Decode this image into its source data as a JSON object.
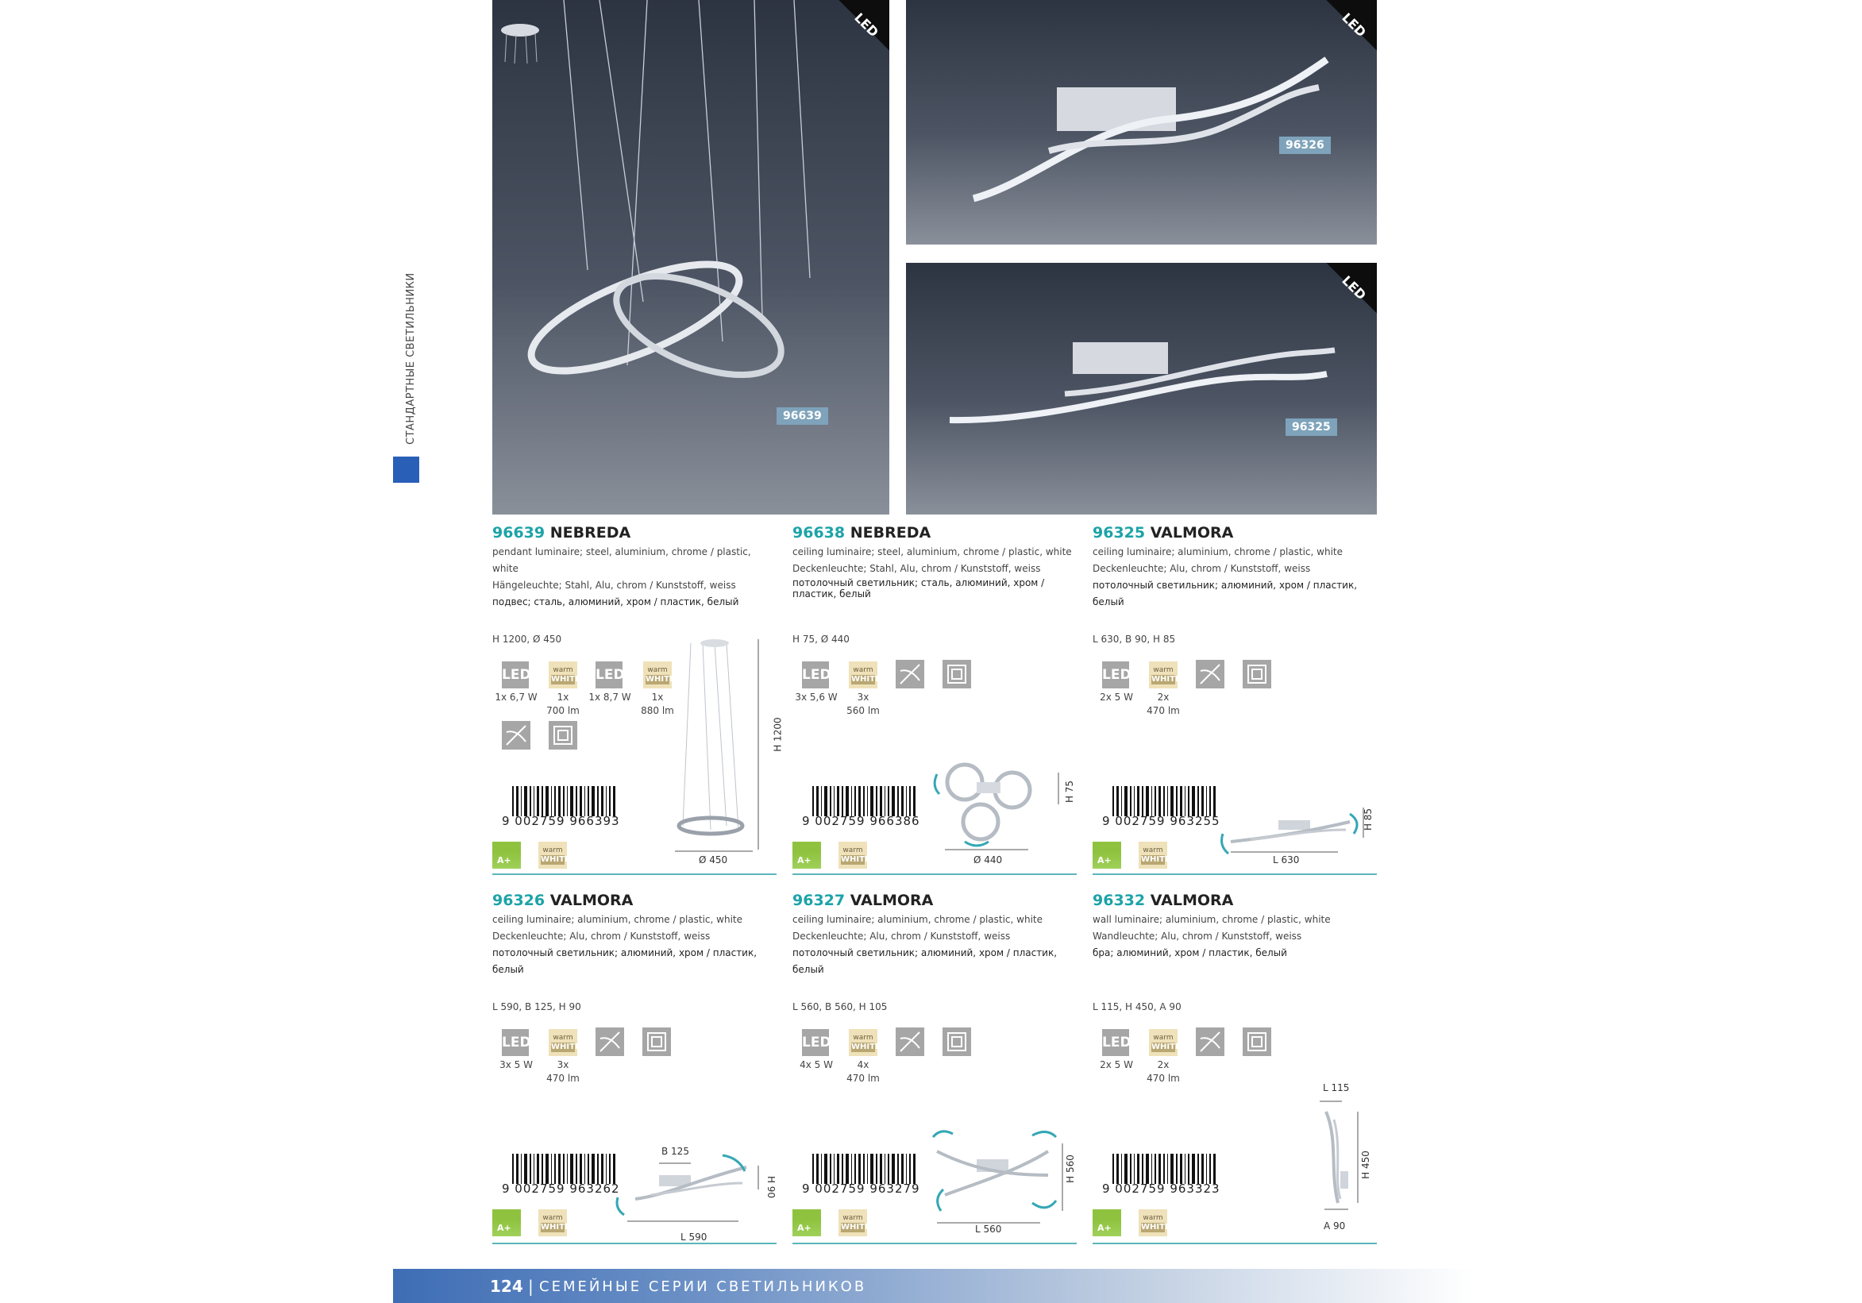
{
  "side_tab": {
    "label": "СТАНДАРТНЫЕ СВЕТИЛЬНИКИ",
    "color": "#2a5fb8"
  },
  "photos": [
    {
      "tag": "96639",
      "badge": "LED"
    },
    {
      "tag": "96326",
      "badge": "LED"
    },
    {
      "tag": "96325",
      "badge": "LED"
    }
  ],
  "products": [
    {
      "num": "96639",
      "name": "NEBREDA",
      "desc_en": "pendant luminaire; steel, aluminium, chrome / plastic, white",
      "desc_de": "Hängeleuchte; Stahl, Alu, chrom / Kunststoff, weiss",
      "desc_ru": "подвес; сталь, алюминий, хром / пластик, белый",
      "dims": "H 1200, Ø 450",
      "led_1": "1x 6,7 W",
      "warm_1a": "1x",
      "warm_1b": "700 lm",
      "led_2": "1x 8,7 W",
      "warm_2a": "1x",
      "warm_2b": "880 lm",
      "barcode": "9  002759  966393",
      "draw_labels": [
        "H 1200",
        "Ø 450"
      ]
    },
    {
      "num": "96638",
      "name": "NEBREDA",
      "desc_en": "ceiling luminaire; steel, aluminium, chrome / plastic, white",
      "desc_de": "Deckenleuchte; Stahl, Alu, chrom / Kunststoff, weiss",
      "desc_ru": "потолочный светильник; сталь, алюминий, хром / пластик, белый",
      "dims": "H 75, Ø 440",
      "led_1": "3x 5,6 W",
      "warm_1a": "3x",
      "warm_1b": "560 lm",
      "barcode": "9  002759  966386",
      "draw_labels": [
        "H 75",
        "Ø 440"
      ]
    },
    {
      "num": "96325",
      "name": "VALMORA",
      "desc_en": "ceiling luminaire; aluminium, chrome / plastic, white",
      "desc_de": "Deckenleuchte; Alu, chrom / Kunststoff, weiss",
      "desc_ru": "потолочный светильник; алюминий, хром / пластик, белый",
      "dims": "L 630, B 90, H 85",
      "led_1": "2x 5 W",
      "warm_1a": "2x",
      "warm_1b": "470 lm",
      "barcode": "9  002759  963255",
      "draw_labels": [
        "H 85",
        "L 630"
      ]
    },
    {
      "num": "96326",
      "name": "VALMORA",
      "desc_en": "ceiling luminaire; aluminium, chrome / plastic, white",
      "desc_de": "Deckenleuchte; Alu, chrom / Kunststoff, weiss",
      "desc_ru": "потолочный светильник; алюминий, хром / пластик, белый",
      "dims": "L 590, B 125, H 90",
      "led_1": "3x 5 W",
      "warm_1a": "3x",
      "warm_1b": "470 lm",
      "barcode": "9  002759  963262",
      "draw_labels": [
        "B 125",
        "H 90",
        "L 590"
      ]
    },
    {
      "num": "96327",
      "name": "VALMORA",
      "desc_en": "ceiling luminaire; aluminium, chrome / plastic, white",
      "desc_de": "Deckenleuchte; Alu, chrom / Kunststoff, weiss",
      "desc_ru": "потолочный светильник; алюминий, хром / пластик, белый",
      "dims": "L 560, B 560, H 105",
      "led_1": "4x 5 W",
      "warm_1a": "4x",
      "warm_1b": "470 lm",
      "barcode": "9  002759  963279",
      "draw_labels": [
        "H 560",
        "L 560"
      ]
    },
    {
      "num": "96332",
      "name": "VALMORA",
      "desc_en": "wall luminaire; aluminium, chrome / plastic, white",
      "desc_de": "Wandleuchte; Alu, chrom / Kunststoff, weiss",
      "desc_ru": "бра; алюминий, хром / пластик, белый",
      "dims": "L 115, H 450, A 90",
      "led_1": "2x 5 W",
      "warm_1a": "2x",
      "warm_1b": "470 lm",
      "barcode": "9  002759  963323",
      "draw_labels": [
        "L 115",
        "H 450",
        "A 90"
      ]
    }
  ],
  "icons": {
    "led": "LED",
    "warm_top": "warm",
    "warm_bottom": "WHITE",
    "energy": "A+"
  },
  "colors": {
    "accent": "#1ca3a8",
    "rule": "#5bb5bd",
    "energy_green": "#8fc33f",
    "warm": "#efe1b9"
  },
  "footer": {
    "page": "124",
    "separator": "|",
    "title": "СЕМЕЙНЫЕ СЕРИИ СВЕТИЛЬНИКОВ"
  }
}
